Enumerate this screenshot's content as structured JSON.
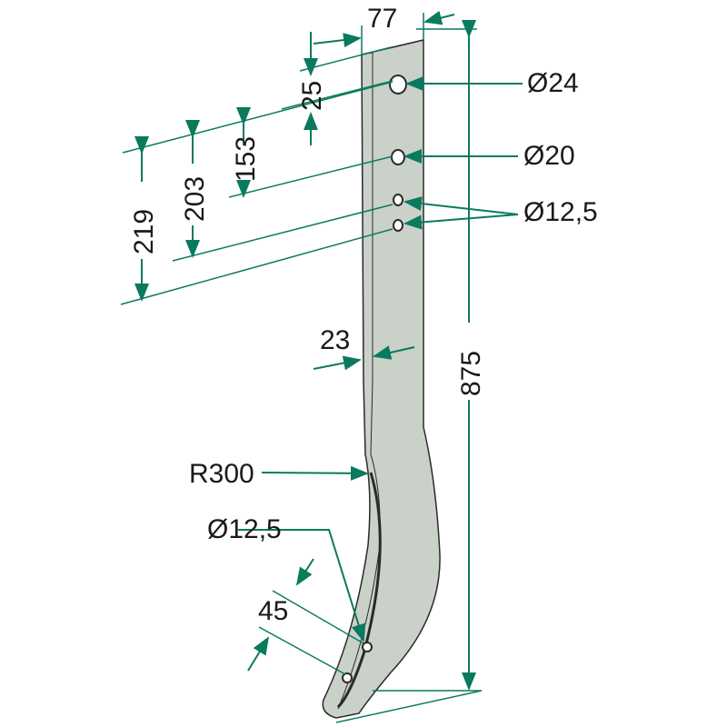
{
  "title": "Tine spring technical drawing",
  "dimensions": {
    "top_width": "77",
    "hole_offset": "25",
    "hole1_diameter": "Ø24",
    "dist_153": "153",
    "dist_203": "203",
    "dist_219": "219",
    "hole2_diameter": "Ø20",
    "hole3_diameter": "Ø12,5",
    "thickness": "23",
    "total_length": "875",
    "radius": "R300",
    "bottom_hole_diameter": "Ø12,5",
    "bottom_hole_spacing": "45"
  },
  "colors": {
    "dimension": "#0a7a5e",
    "part_fill": "#c9d1c9",
    "outline": "#2a2a2a"
  }
}
